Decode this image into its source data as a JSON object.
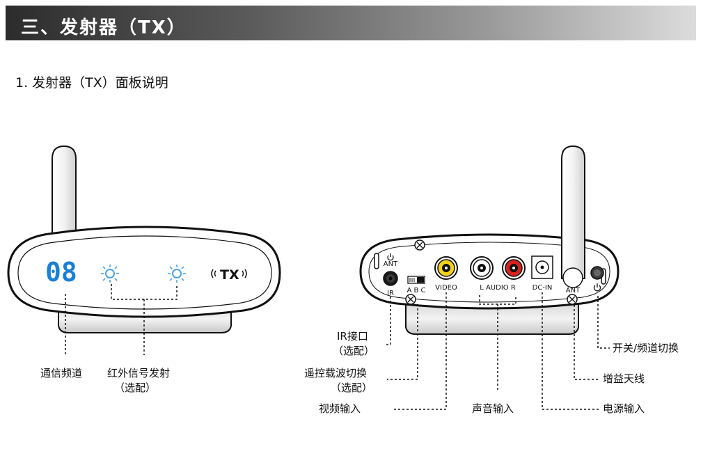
{
  "header": {
    "title": "三、发射器（TX）"
  },
  "section": {
    "title": "1. 发射器（TX）面板说明"
  },
  "front_panel": {
    "display_digits": "08",
    "logo": "TX",
    "labels": {
      "channel": "通信频道",
      "ir_emit": "红外信号发射",
      "ir_emit_note": "（选配）"
    }
  },
  "back_panel": {
    "port_labels": {
      "ant_top": "ANT",
      "ir": "IR",
      "abc": "A B C",
      "video": "VIDEO",
      "audio": "L  AUDIO  R",
      "dcin": "DC-IN",
      "ant": "ANT"
    },
    "callouts": {
      "ir_port": "IR接口",
      "ir_port_note": "（选配）",
      "remote_switch": "遥控载波切换",
      "remote_switch_note": "（选配）",
      "video_in": "视频输入",
      "audio_in": "声音输入",
      "power_in": "电源输入",
      "gain_antenna": "增益天线",
      "power_channel": "开关/频道切换"
    }
  },
  "colors": {
    "display_blue": "#1a7fd6",
    "led_blue": "#4aa3e8",
    "video_jack": "#f2d21a",
    "audio_right_jack": "#d8231f",
    "audio_left_jack": "#ffffff"
  },
  "icons": [
    "antenna-icon",
    "led-icon",
    "wireless-icon",
    "power-icon",
    "screw-icon",
    "jack-icon"
  ]
}
